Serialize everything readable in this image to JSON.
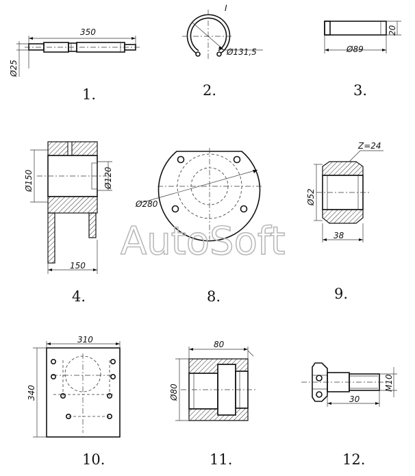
{
  "parts": [
    {
      "number": "1.",
      "dims": [
        "350",
        "Ø25"
      ]
    },
    {
      "number": "2.",
      "dims": [
        "Ø131,5"
      ],
      "section_mark": "I"
    },
    {
      "number": "3.",
      "dims": [
        "Ø89",
        "20"
      ]
    },
    {
      "number": "4.",
      "dims": [
        "Ø150",
        "Ø120",
        "150"
      ]
    },
    {
      "number": "8.",
      "dims": [
        "Ø280"
      ]
    },
    {
      "number": "9.",
      "dims": [
        "Z=24",
        "Ø52",
        "38"
      ]
    },
    {
      "number": "10.",
      "dims": [
        "310",
        "340"
      ]
    },
    {
      "number": "11.",
      "dims": [
        "80",
        "Ø80"
      ]
    },
    {
      "number": "12.",
      "dims": [
        "M10",
        "30"
      ]
    }
  ],
  "watermark": "AutoSoft"
}
